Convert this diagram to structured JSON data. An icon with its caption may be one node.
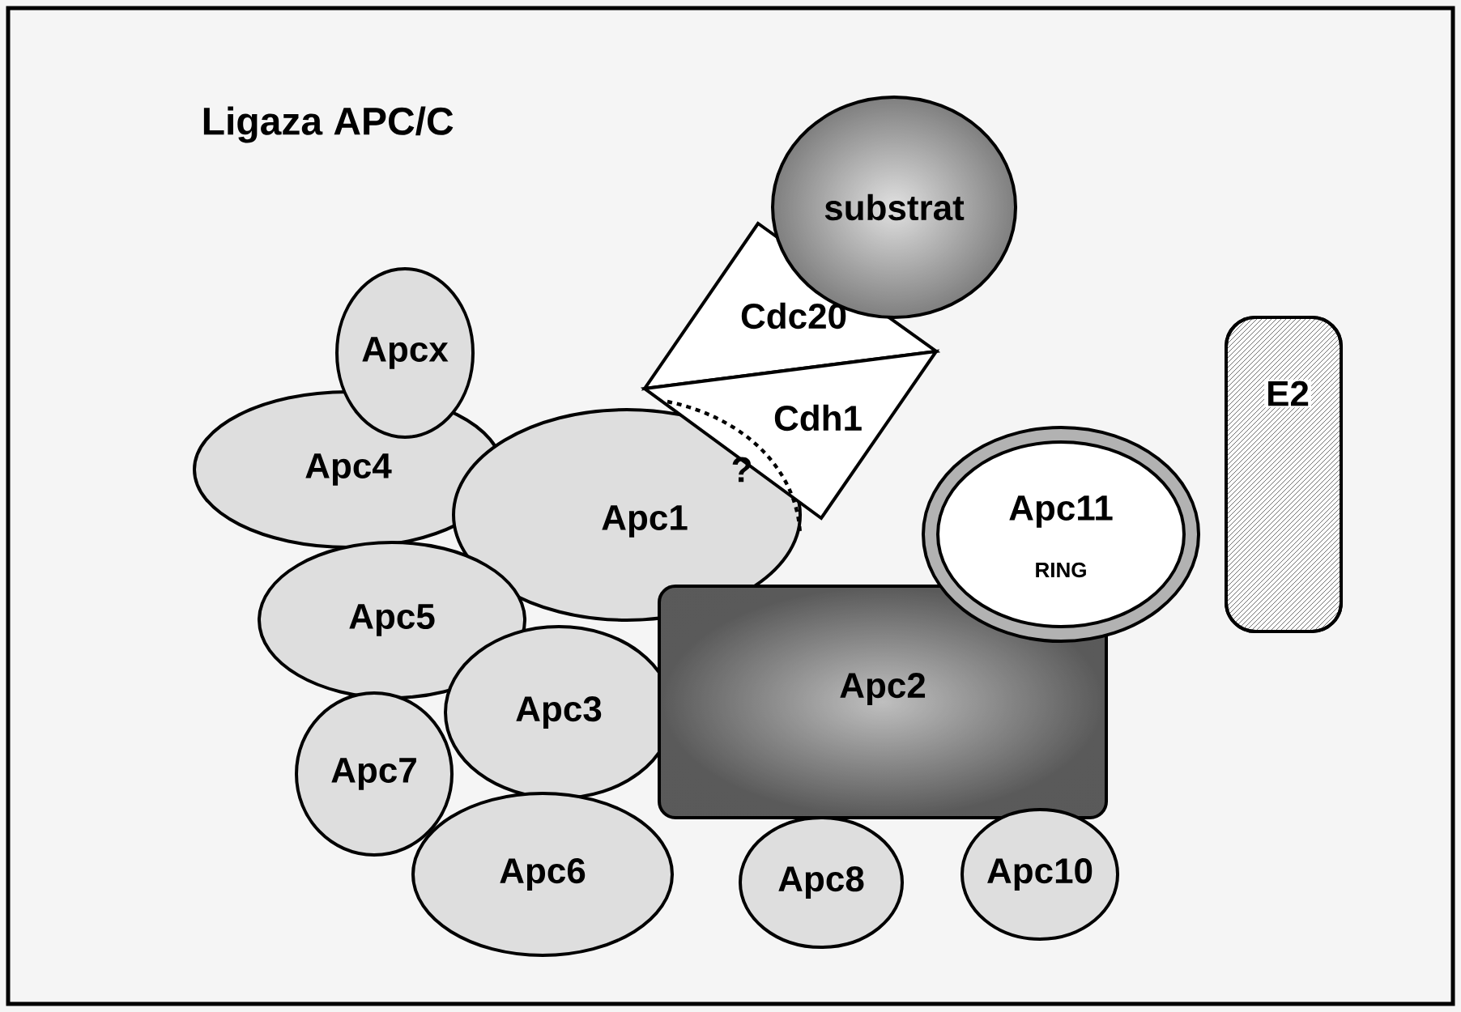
{
  "diagram": {
    "title": "Ligaza APC/C",
    "nodes": [
      {
        "text": [
          "substrat"
        ]
      },
      {
        "text": [
          "Cdc20"
        ]
      },
      {
        "text": [
          "Cdh1"
        ]
      },
      {
        "text": [
          "Apcx"
        ]
      },
      {
        "text": [
          "E2"
        ]
      },
      {
        "text": [
          "Apc4"
        ]
      },
      {
        "text": [
          "Apc1"
        ]
      },
      {
        "text": [
          "Apc11",
          "RING"
        ]
      },
      {
        "text": [
          "Apc5"
        ]
      },
      {
        "text": [
          "Apc2"
        ]
      },
      {
        "text": [
          "Apc3"
        ]
      },
      {
        "text": [
          "Apc7"
        ]
      },
      {
        "text": [
          "Apc6"
        ]
      },
      {
        "text": [
          "Apc8"
        ]
      },
      {
        "text": [
          "Apc10"
        ]
      }
    ],
    "labels": [
      "?"
    ]
  }
}
